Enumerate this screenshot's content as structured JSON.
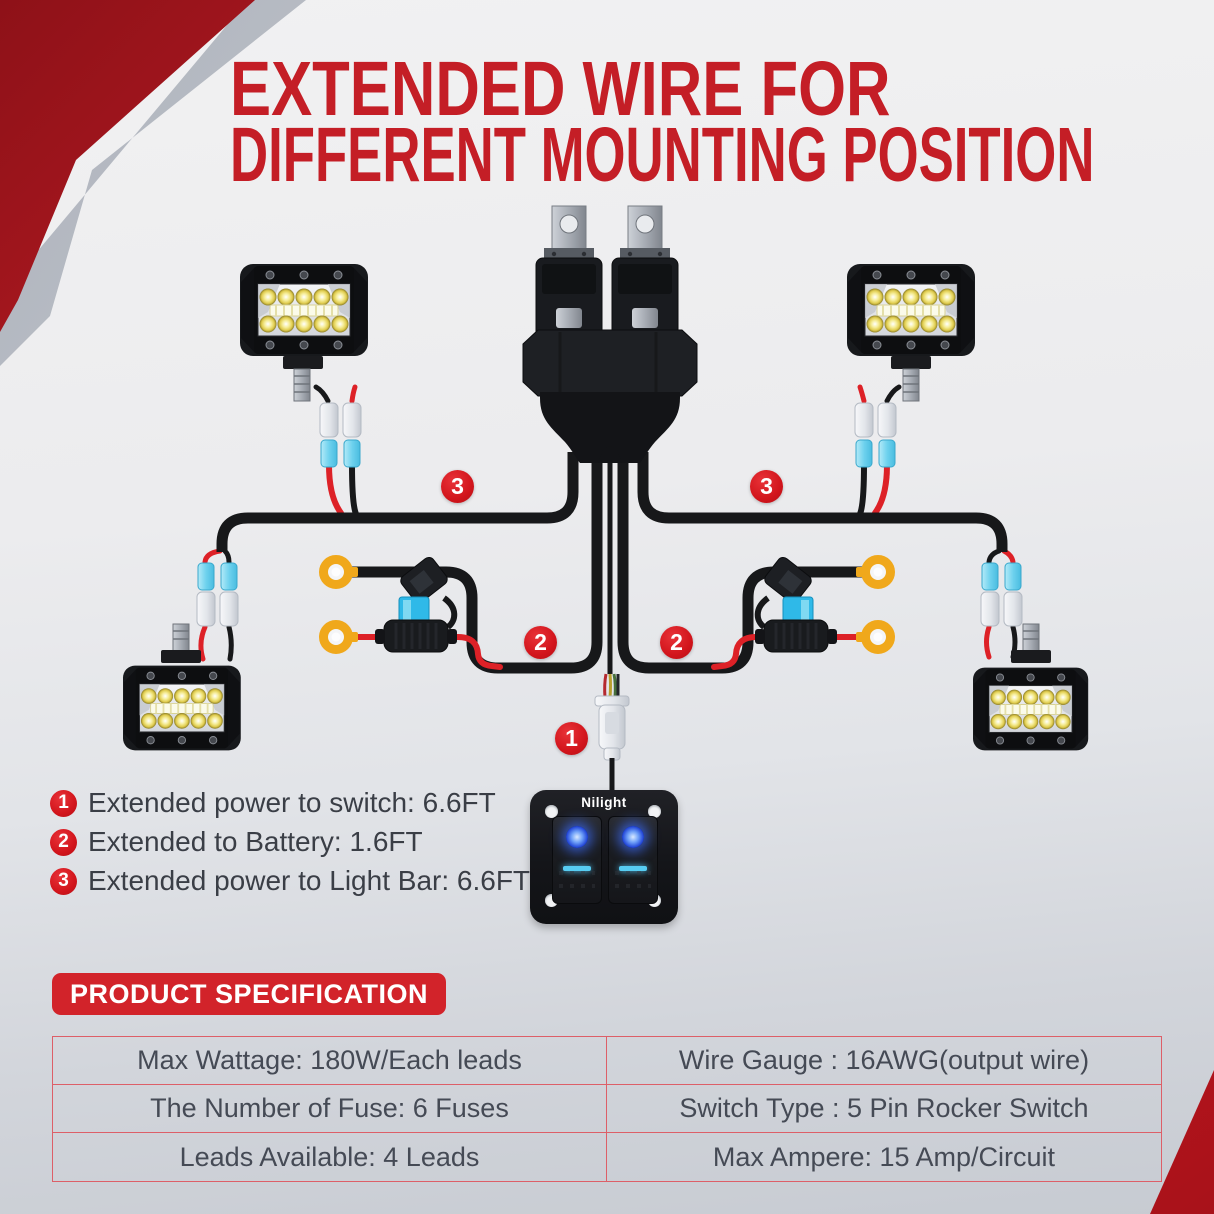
{
  "title": {
    "line1": "EXTENDED WIRE FOR",
    "line2": "DIFFERENT MOUNTING POSITION"
  },
  "diagram": {
    "switch_brand": "Nilight",
    "callouts": [
      {
        "label": "3"
      },
      {
        "label": "3"
      },
      {
        "label": "2"
      },
      {
        "label": "2"
      },
      {
        "label": "1"
      }
    ]
  },
  "legend": {
    "items": [
      {
        "num": "1",
        "text": "Extended power to switch: 6.6FT"
      },
      {
        "num": "2",
        "text": "Extended to Battery: 1.6FT"
      },
      {
        "num": "3",
        "text": "Extended power to Light Bar: 6.6FT"
      }
    ]
  },
  "spec": {
    "heading": "PRODUCT SPECIFICATION",
    "rows": [
      {
        "left": "Max Wattage: 180W/Each leads",
        "right": "Wire Gauge : 16AWG(output wire)"
      },
      {
        "left": "The Number of Fuse: 6 Fuses",
        "right": "Switch Type : 5 Pin Rocker Switch"
      },
      {
        "left": "Leads Available: 4 Leads",
        "right": "Max Ampere: 15 Amp/Circuit"
      }
    ]
  },
  "colors": {
    "title_red": "#c41e26",
    "badge_red": "#d2151c",
    "banner_red": "#d2232a",
    "table_border_red": "#dd5f68",
    "wire_black": "#17181a",
    "wire_red": "#dd2127",
    "ring_yellow": "#f0a81b",
    "fuse_blue": "#2fb9e8",
    "led_indicator_blue": "#2448d8"
  }
}
